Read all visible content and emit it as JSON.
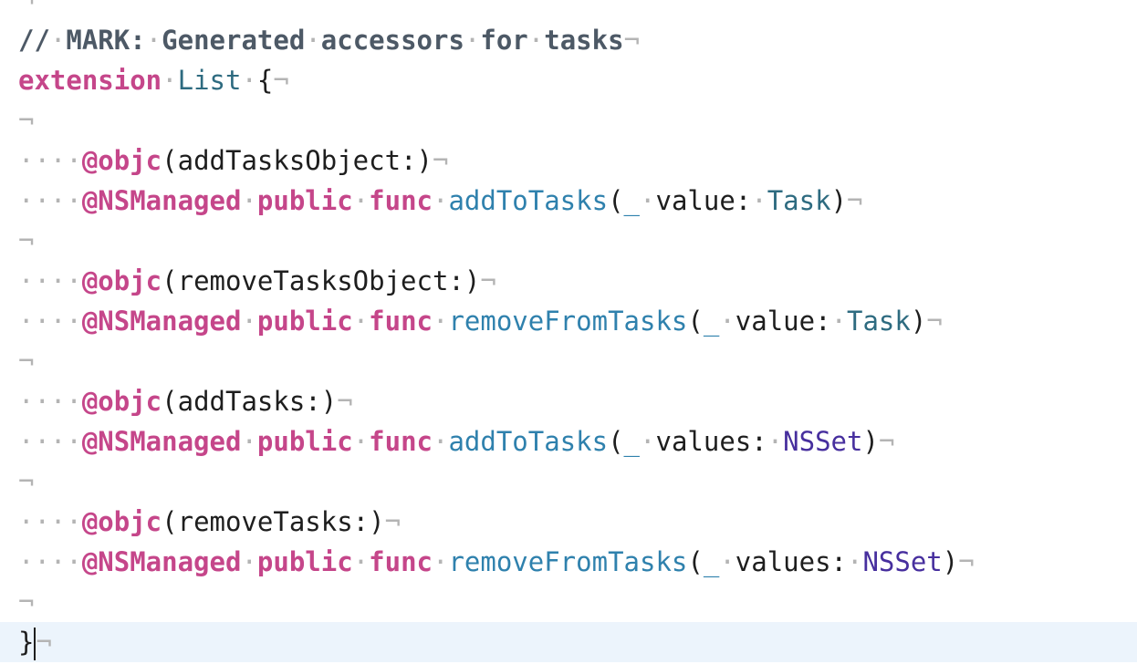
{
  "editor": {
    "lines": [
      {
        "tokens": [
          {
            "c": "inv",
            "t": "¬"
          }
        ]
      },
      {
        "tokens": [
          {
            "c": "mark",
            "t": "//"
          },
          {
            "c": "inv",
            "t": "·"
          },
          {
            "c": "mark",
            "t": "MARK:"
          },
          {
            "c": "inv",
            "t": "·"
          },
          {
            "c": "mark",
            "t": "Generated"
          },
          {
            "c": "inv",
            "t": "·"
          },
          {
            "c": "mark",
            "t": "accessors"
          },
          {
            "c": "inv",
            "t": "·"
          },
          {
            "c": "mark",
            "t": "for"
          },
          {
            "c": "inv",
            "t": "·"
          },
          {
            "c": "mark",
            "t": "tasks"
          },
          {
            "c": "inv",
            "t": "¬"
          }
        ]
      },
      {
        "tokens": [
          {
            "c": "kw",
            "t": "extension"
          },
          {
            "c": "inv",
            "t": "·"
          },
          {
            "c": "tname",
            "t": "List"
          },
          {
            "c": "inv",
            "t": "·"
          },
          {
            "c": "plain",
            "t": "{"
          },
          {
            "c": "inv",
            "t": "¬"
          }
        ]
      },
      {
        "tokens": [
          {
            "c": "inv",
            "t": "¬"
          }
        ]
      },
      {
        "tokens": [
          {
            "c": "inv",
            "t": "····"
          },
          {
            "c": "kw",
            "t": "@objc"
          },
          {
            "c": "plain",
            "t": "(addTasksObject:)"
          },
          {
            "c": "inv",
            "t": "¬"
          }
        ]
      },
      {
        "tokens": [
          {
            "c": "inv",
            "t": "····"
          },
          {
            "c": "kw",
            "t": "@NSManaged"
          },
          {
            "c": "inv",
            "t": "·"
          },
          {
            "c": "kw",
            "t": "public"
          },
          {
            "c": "inv",
            "t": "·"
          },
          {
            "c": "kw",
            "t": "func"
          },
          {
            "c": "inv",
            "t": "·"
          },
          {
            "c": "fname",
            "t": "addToTasks"
          },
          {
            "c": "plain",
            "t": "("
          },
          {
            "c": "fname",
            "t": "_"
          },
          {
            "c": "inv",
            "t": "·"
          },
          {
            "c": "plain",
            "t": "value:"
          },
          {
            "c": "inv",
            "t": "·"
          },
          {
            "c": "tname",
            "t": "Task"
          },
          {
            "c": "plain",
            "t": ")"
          },
          {
            "c": "inv",
            "t": "¬"
          }
        ]
      },
      {
        "tokens": [
          {
            "c": "inv",
            "t": "¬"
          }
        ]
      },
      {
        "tokens": [
          {
            "c": "inv",
            "t": "····"
          },
          {
            "c": "kw",
            "t": "@objc"
          },
          {
            "c": "plain",
            "t": "(removeTasksObject:)"
          },
          {
            "c": "inv",
            "t": "¬"
          }
        ]
      },
      {
        "tokens": [
          {
            "c": "inv",
            "t": "····"
          },
          {
            "c": "kw",
            "t": "@NSManaged"
          },
          {
            "c": "inv",
            "t": "·"
          },
          {
            "c": "kw",
            "t": "public"
          },
          {
            "c": "inv",
            "t": "·"
          },
          {
            "c": "kw",
            "t": "func"
          },
          {
            "c": "inv",
            "t": "·"
          },
          {
            "c": "fname",
            "t": "removeFromTasks"
          },
          {
            "c": "plain",
            "t": "("
          },
          {
            "c": "fname",
            "t": "_"
          },
          {
            "c": "inv",
            "t": "·"
          },
          {
            "c": "plain",
            "t": "value:"
          },
          {
            "c": "inv",
            "t": "·"
          },
          {
            "c": "tname",
            "t": "Task"
          },
          {
            "c": "plain",
            "t": ")"
          },
          {
            "c": "inv",
            "t": "¬"
          }
        ]
      },
      {
        "tokens": [
          {
            "c": "inv",
            "t": "¬"
          }
        ]
      },
      {
        "tokens": [
          {
            "c": "inv",
            "t": "····"
          },
          {
            "c": "kw",
            "t": "@objc"
          },
          {
            "c": "plain",
            "t": "(addTasks:)"
          },
          {
            "c": "inv",
            "t": "¬"
          }
        ]
      },
      {
        "tokens": [
          {
            "c": "inv",
            "t": "····"
          },
          {
            "c": "kw",
            "t": "@NSManaged"
          },
          {
            "c": "inv",
            "t": "·"
          },
          {
            "c": "kw",
            "t": "public"
          },
          {
            "c": "inv",
            "t": "·"
          },
          {
            "c": "kw",
            "t": "func"
          },
          {
            "c": "inv",
            "t": "·"
          },
          {
            "c": "fname",
            "t": "addToTasks"
          },
          {
            "c": "plain",
            "t": "("
          },
          {
            "c": "fname",
            "t": "_"
          },
          {
            "c": "inv",
            "t": "·"
          },
          {
            "c": "plain",
            "t": "values:"
          },
          {
            "c": "inv",
            "t": "·"
          },
          {
            "c": "sys",
            "t": "NSSet"
          },
          {
            "c": "plain",
            "t": ")"
          },
          {
            "c": "inv",
            "t": "¬"
          }
        ]
      },
      {
        "tokens": [
          {
            "c": "inv",
            "t": "¬"
          }
        ]
      },
      {
        "tokens": [
          {
            "c": "inv",
            "t": "····"
          },
          {
            "c": "kw",
            "t": "@objc"
          },
          {
            "c": "plain",
            "t": "(removeTasks:)"
          },
          {
            "c": "inv",
            "t": "¬"
          }
        ]
      },
      {
        "tokens": [
          {
            "c": "inv",
            "t": "····"
          },
          {
            "c": "kw",
            "t": "@NSManaged"
          },
          {
            "c": "inv",
            "t": "·"
          },
          {
            "c": "kw",
            "t": "public"
          },
          {
            "c": "inv",
            "t": "·"
          },
          {
            "c": "kw",
            "t": "func"
          },
          {
            "c": "inv",
            "t": "·"
          },
          {
            "c": "fname",
            "t": "removeFromTasks"
          },
          {
            "c": "plain",
            "t": "("
          },
          {
            "c": "fname",
            "t": "_"
          },
          {
            "c": "inv",
            "t": "·"
          },
          {
            "c": "plain",
            "t": "values:"
          },
          {
            "c": "inv",
            "t": "·"
          },
          {
            "c": "sys",
            "t": "NSSet"
          },
          {
            "c": "plain",
            "t": ")"
          },
          {
            "c": "inv",
            "t": "¬"
          }
        ]
      },
      {
        "tokens": [
          {
            "c": "inv",
            "t": "¬"
          }
        ]
      },
      {
        "tokens": [
          {
            "c": "plain",
            "t": "}"
          },
          {
            "c": "caret",
            "t": ""
          },
          {
            "c": "inv",
            "t": "¬"
          }
        ]
      }
    ],
    "current_line": 16
  },
  "colors": {
    "background": "#ffffff",
    "current_line_highlight": "#ecf4fc",
    "keyword": "#c5468a",
    "mark_comment": "#4d5966",
    "type_name": "#2e6b80",
    "function_name": "#2f81ad",
    "system_type": "#472f9e",
    "invisibles": "#b4b4b4",
    "plain_text": "#1e1e1e"
  }
}
